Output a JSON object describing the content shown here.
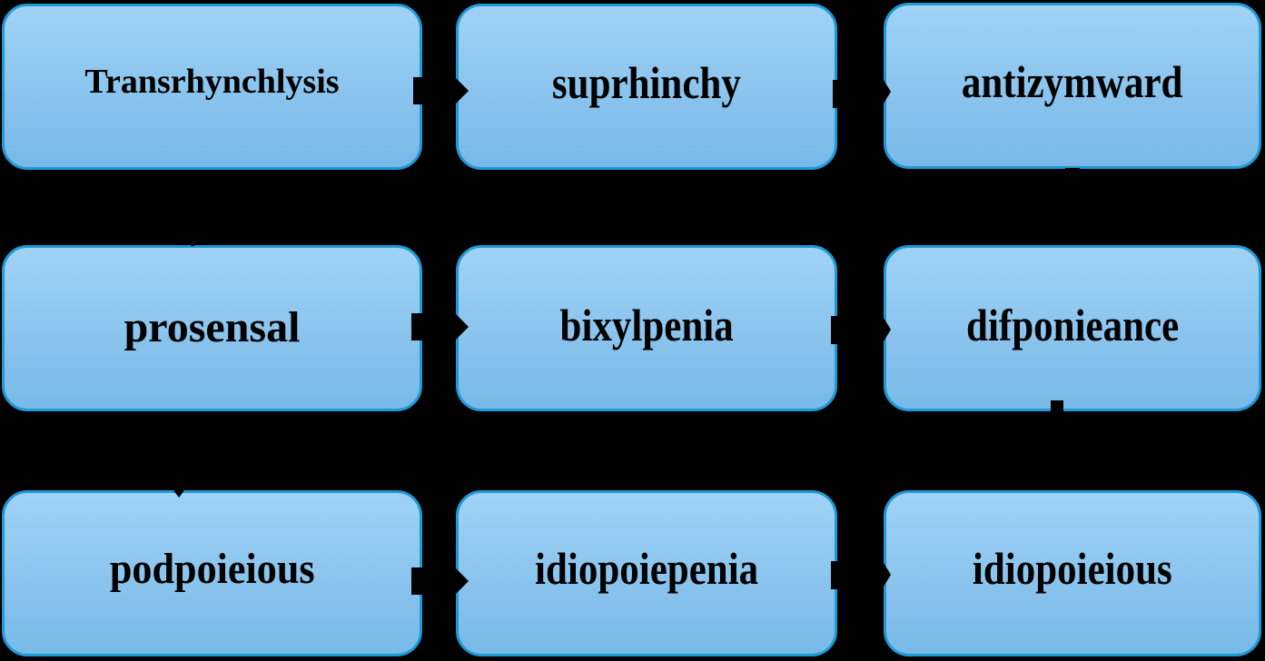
{
  "diagram": {
    "type": "flowchart",
    "layout": "3x3 grid, left-to-right rows connected by arrows",
    "colors": {
      "background": "#000000",
      "box_fill_top": "#a0d2f6",
      "box_fill_bottom": "#78b9e7",
      "box_border": "#1e9ad6",
      "text": "#000000"
    },
    "nodes": [
      {
        "id": "n1",
        "label": "Transrhynchlysis",
        "row": 1,
        "col": 1
      },
      {
        "id": "n2",
        "label": "suprhinchy",
        "row": 1,
        "col": 2
      },
      {
        "id": "n3",
        "label": "antizymward",
        "row": 1,
        "col": 3
      },
      {
        "id": "n4",
        "label": "prosensal",
        "row": 2,
        "col": 1
      },
      {
        "id": "n5",
        "label": "bixylpenia",
        "row": 2,
        "col": 2
      },
      {
        "id": "n6",
        "label": "difponieance",
        "row": 2,
        "col": 3
      },
      {
        "id": "n7",
        "label": "podpoieious",
        "row": 3,
        "col": 1
      },
      {
        "id": "n8",
        "label": "idiopoiepenia",
        "row": 3,
        "col": 2
      },
      {
        "id": "n9",
        "label": "idiopoieious",
        "row": 3,
        "col": 3
      }
    ],
    "edges": [
      {
        "from": "n1",
        "to": "n2"
      },
      {
        "from": "n2",
        "to": "n3"
      },
      {
        "from": "n3",
        "to": "n4"
      },
      {
        "from": "n4",
        "to": "n5"
      },
      {
        "from": "n5",
        "to": "n6"
      },
      {
        "from": "n6",
        "to": "n7"
      },
      {
        "from": "n7",
        "to": "n8"
      },
      {
        "from": "n8",
        "to": "n9"
      }
    ]
  }
}
